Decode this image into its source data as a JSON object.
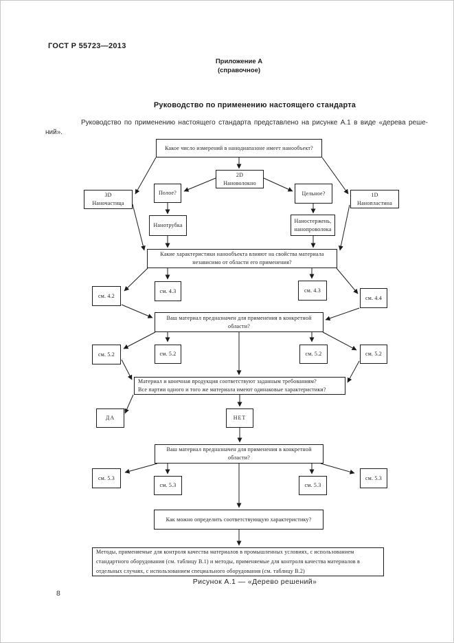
{
  "page": {
    "standard_code": "ГОСТ Р 55723—2013",
    "page_number": "8"
  },
  "appendix": {
    "label": "Приложение А",
    "kind": "(справочное)"
  },
  "section": {
    "title": "Руководство по применению настоящего стандарта"
  },
  "intro": {
    "line1": "Руководство по применению настоящего стандарта представлено на рисунке А.1 в виде «дерева реше-",
    "line2": "ний»."
  },
  "figure": {
    "caption": "Рисунок А.1 — «Дерево решений»",
    "nodes": {
      "q_dimensions": "Какое число измерений в нанодиапазоне имеет нанообъект?",
      "fiber_2d": "2D\nНановолокно",
      "hollow": "Полое?",
      "solid": "Цельное?",
      "particle_3d": "3D\nНаночастица",
      "plate_1d": "1D\nНанопластина",
      "nanotube": "Нанотрубка",
      "nanorod": "Наностержень,\nнанопроволока",
      "q_characteristics": "Какие характеристики нанообъекта влияют на свойства материала\nнезависимо от области его применения?",
      "see_4_2": "см. 4.2",
      "see_4_3_left": "см. 4.3",
      "see_4_3_right": "см. 4.3",
      "see_4_4": "см. 4.4",
      "q_specific_area_1": "Ваш материал предназначен для применения в конкретной\nобласти?",
      "see_5_2_far_left": "см. 5.2",
      "see_5_2_left": "см. 5.2",
      "see_5_2_right": "см. 5.2",
      "see_5_2_far_right": "см. 5.2",
      "q_requirements": "Материал и конечная продукция соответствуют заданным требованиям?\nВсе партии одного и того же материала имеют одинаковые характеристики?",
      "yes": "ДА",
      "no": "НЕТ",
      "q_specific_area_2": "Ваш материал предназначен для применения в конкретной\nобласти?",
      "see_5_3_far_left": "см. 5.3",
      "see_5_3_left": "см. 5.3",
      "see_5_3_right": "см. 5.3",
      "see_5_3_far_right": "см. 5.3",
      "q_how_determine": "Как можно определить соответствующую характеристику?",
      "methods": "Методы, применяемые для контроля качества материалов в промышленных условиях, с использованием\nстандартного  оборудования (см. таблицу В.1) и методы, применяемые для контроля качества материалов в\nотдельных случаях, с использованием специального  оборудования (см. таблицу В.2)"
    }
  }
}
